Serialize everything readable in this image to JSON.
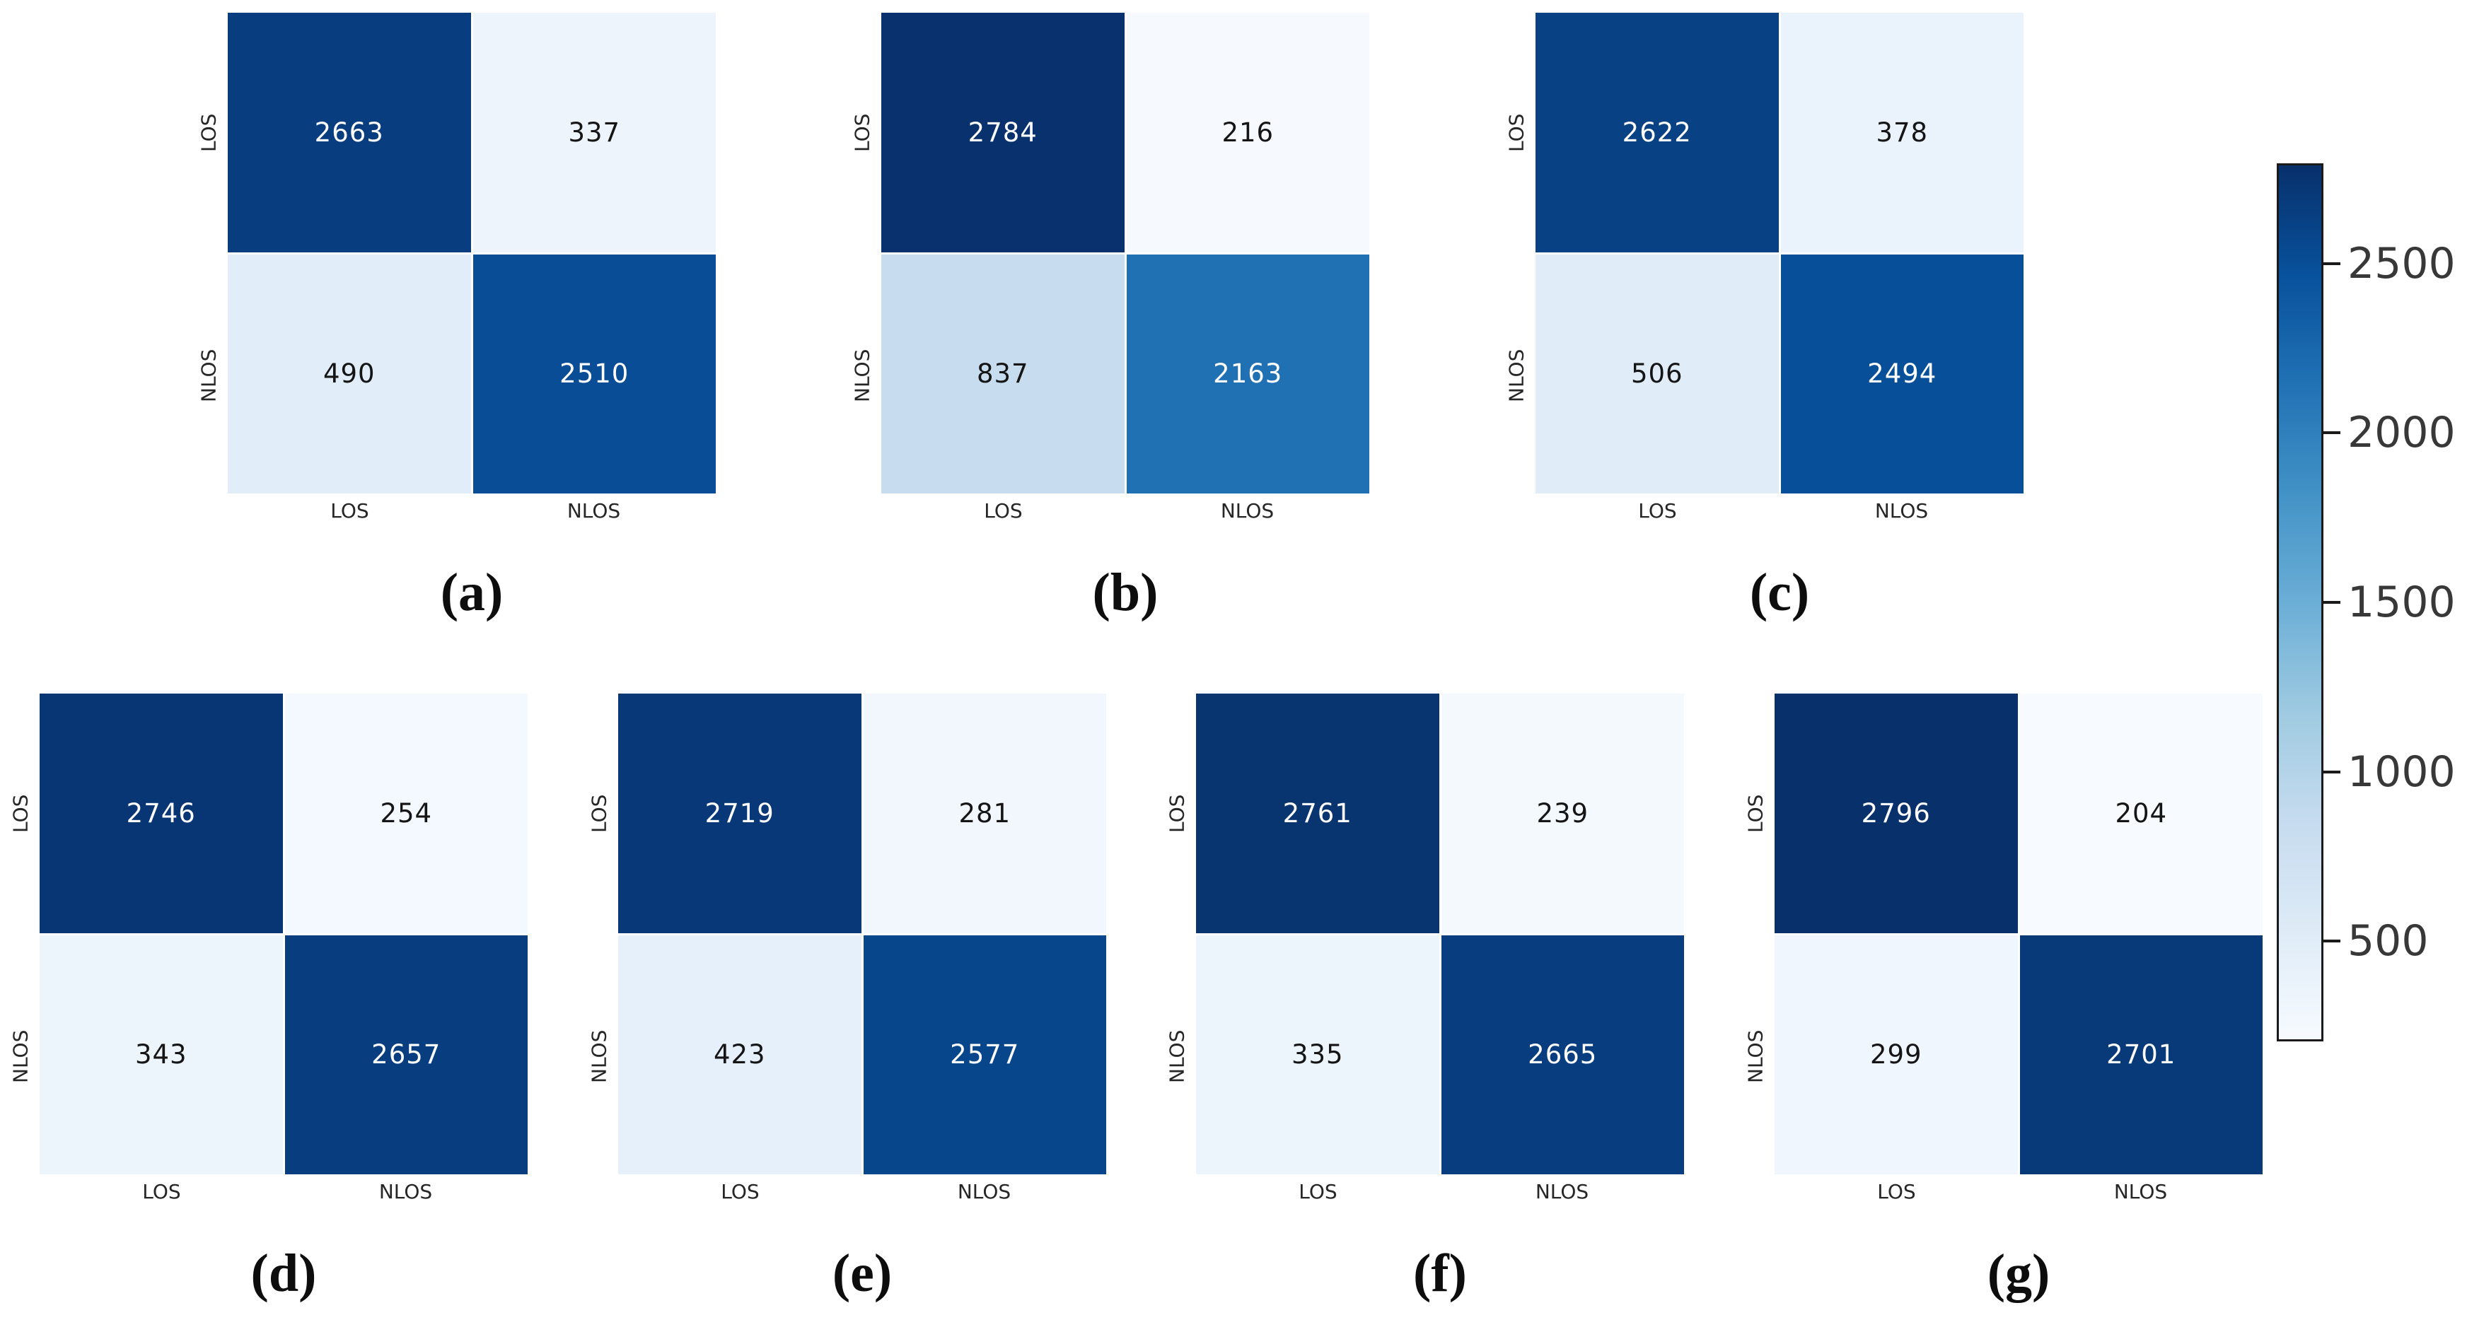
{
  "figure": {
    "background": "#ffffff",
    "text_color_dark_cells": "#ffffff",
    "text_color_light_cells": "#151515"
  },
  "chart_data": {
    "type": "heatmap",
    "description": "Seven 2x2 confusion matrices (LOS vs NLOS classification) sharing one Blues colorbar",
    "subplots": [
      {
        "label": "(a)",
        "rows": [
          "LOS",
          "NLOS"
        ],
        "cols": [
          "LOS",
          "NLOS"
        ],
        "values": [
          [
            2663,
            337
          ],
          [
            490,
            2510
          ]
        ]
      },
      {
        "label": "(b)",
        "rows": [
          "LOS",
          "NLOS"
        ],
        "cols": [
          "LOS",
          "NLOS"
        ],
        "values": [
          [
            2784,
            216
          ],
          [
            837,
            2163
          ]
        ]
      },
      {
        "label": "(c)",
        "rows": [
          "LOS",
          "NLOS"
        ],
        "cols": [
          "LOS",
          "NLOS"
        ],
        "values": [
          [
            2622,
            378
          ],
          [
            506,
            2494
          ]
        ]
      },
      {
        "label": "(d)",
        "rows": [
          "LOS",
          "NLOS"
        ],
        "cols": [
          "LOS",
          "NLOS"
        ],
        "values": [
          [
            2746,
            254
          ],
          [
            343,
            2657
          ]
        ]
      },
      {
        "label": "(e)",
        "rows": [
          "LOS",
          "NLOS"
        ],
        "cols": [
          "LOS",
          "NLOS"
        ],
        "values": [
          [
            2719,
            281
          ],
          [
            423,
            2577
          ]
        ]
      },
      {
        "label": "(f)",
        "rows": [
          "LOS",
          "NLOS"
        ],
        "cols": [
          "LOS",
          "NLOS"
        ],
        "values": [
          [
            2761,
            239
          ],
          [
            335,
            2665
          ]
        ]
      },
      {
        "label": "(g)",
        "rows": [
          "LOS",
          "NLOS"
        ],
        "cols": [
          "LOS",
          "NLOS"
        ],
        "values": [
          [
            2796,
            204
          ],
          [
            299,
            2701
          ]
        ]
      }
    ],
    "colorbar": {
      "tick_values": [
        2500,
        2000,
        1500,
        1000,
        500
      ],
      "tick_labels": [
        "2500",
        "2000",
        "1500",
        "1000",
        "500"
      ],
      "vmin": 204,
      "vmax": 2796,
      "colormap": "Blues",
      "colormap_anchors": [
        "#f7fbff",
        "#deebf7",
        "#c6dbef",
        "#9ecae1",
        "#6baed6",
        "#4292c6",
        "#2171b5",
        "#08519c",
        "#08306b"
      ],
      "orientation": "vertical",
      "position": "right"
    },
    "legend": null,
    "grid": false
  }
}
